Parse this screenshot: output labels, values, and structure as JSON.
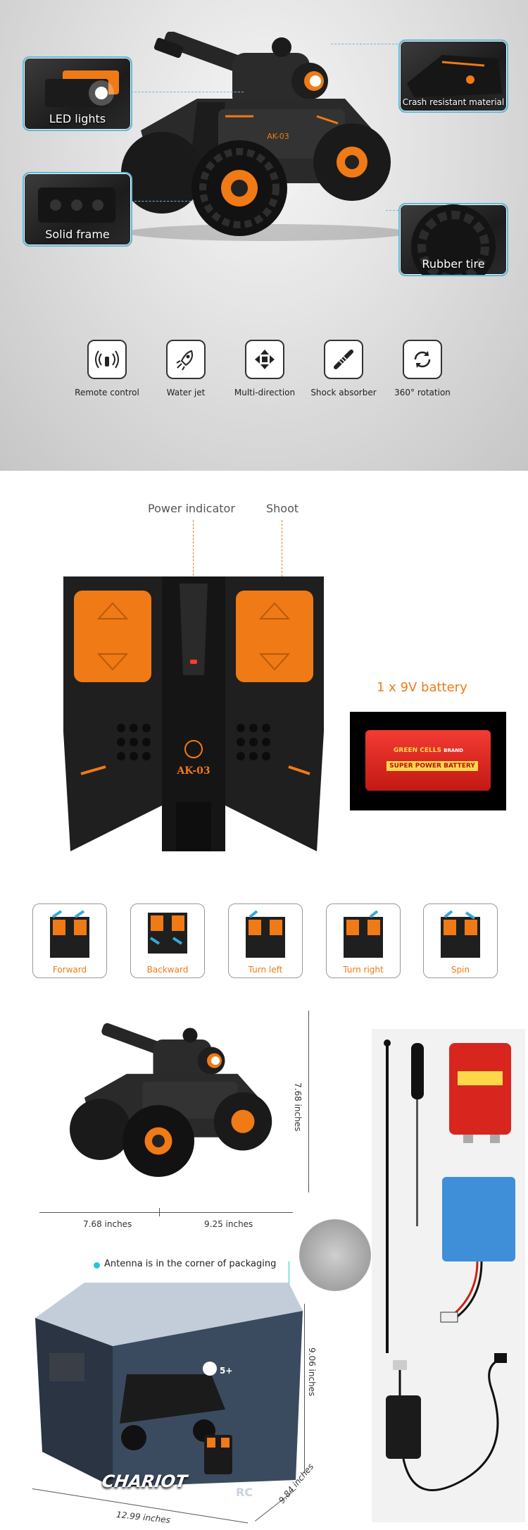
{
  "callouts": {
    "led": "LED lights",
    "frame": "Solid frame",
    "crash": "Crash resistant material",
    "tire": "Rubber tire"
  },
  "car_badge": "AK-03",
  "features": [
    {
      "label": "Remote control",
      "icon": "remote-signal-icon"
    },
    {
      "label": "Water jet",
      "icon": "rocket-icon"
    },
    {
      "label": "Multi-direction",
      "icon": "arrows-icon"
    },
    {
      "label": "Shock absorber",
      "icon": "shock-absorber-icon"
    },
    {
      "label": "360° rotation",
      "icon": "rotation-icon"
    }
  ],
  "remote": {
    "power_indicator": "Power indicator",
    "shoot": "Shoot",
    "badge": "AK-03",
    "battery_label": "1 x 9V battery",
    "battery_brand": "GREEN CELLS",
    "battery_brand_suffix": "BRAND",
    "battery_text": "SUPER POWER BATTERY"
  },
  "directions": [
    "Forward",
    "Backward",
    "Turn left",
    "Turn right",
    "Spin"
  ],
  "dimensions": {
    "height": "7.68 inches",
    "length_left": "7.68 inches",
    "length_right": "9.25 inches",
    "box_height": "9.06 inches",
    "box_width": "12.99 inches",
    "box_depth": "9.84 inches"
  },
  "antenna_note": "Antenna is in the corner of packaging",
  "package": {
    "title": "CHARIOT",
    "subtitle": "SPRAY WATER",
    "age": "5+",
    "rc": "RC"
  },
  "colors": {
    "accent": "#f07a15",
    "callout_border": "#5fb8d6",
    "battery_red": "#d8261f",
    "pack_blue": "#3f8fd8",
    "cyan_dot": "#27c6d9"
  }
}
